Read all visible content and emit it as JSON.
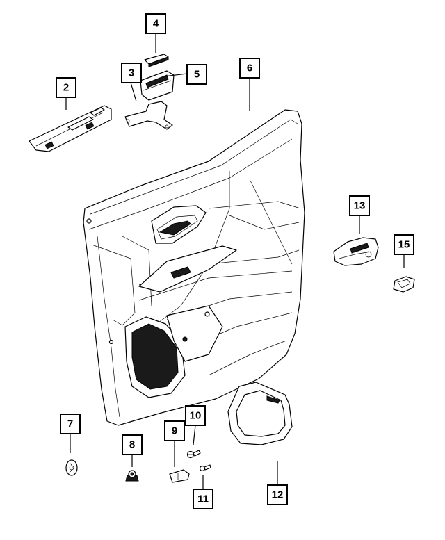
{
  "callouts": [
    {
      "id": "callout-2",
      "label": "2"
    },
    {
      "id": "callout-3",
      "label": "3"
    },
    {
      "id": "callout-4",
      "label": "4"
    },
    {
      "id": "callout-5",
      "label": "5"
    },
    {
      "id": "callout-6",
      "label": "6"
    },
    {
      "id": "callout-7",
      "label": "7"
    },
    {
      "id": "callout-8",
      "label": "8"
    },
    {
      "id": "callout-9",
      "label": "9"
    },
    {
      "id": "callout-10",
      "label": "10"
    },
    {
      "id": "callout-11",
      "label": "11"
    },
    {
      "id": "callout-12",
      "label": "12"
    },
    {
      "id": "callout-13",
      "label": "13"
    },
    {
      "id": "callout-15",
      "label": "15"
    }
  ],
  "colors": {
    "line": "#000000",
    "background": "#ffffff",
    "speaker": "#1a1a1a"
  }
}
